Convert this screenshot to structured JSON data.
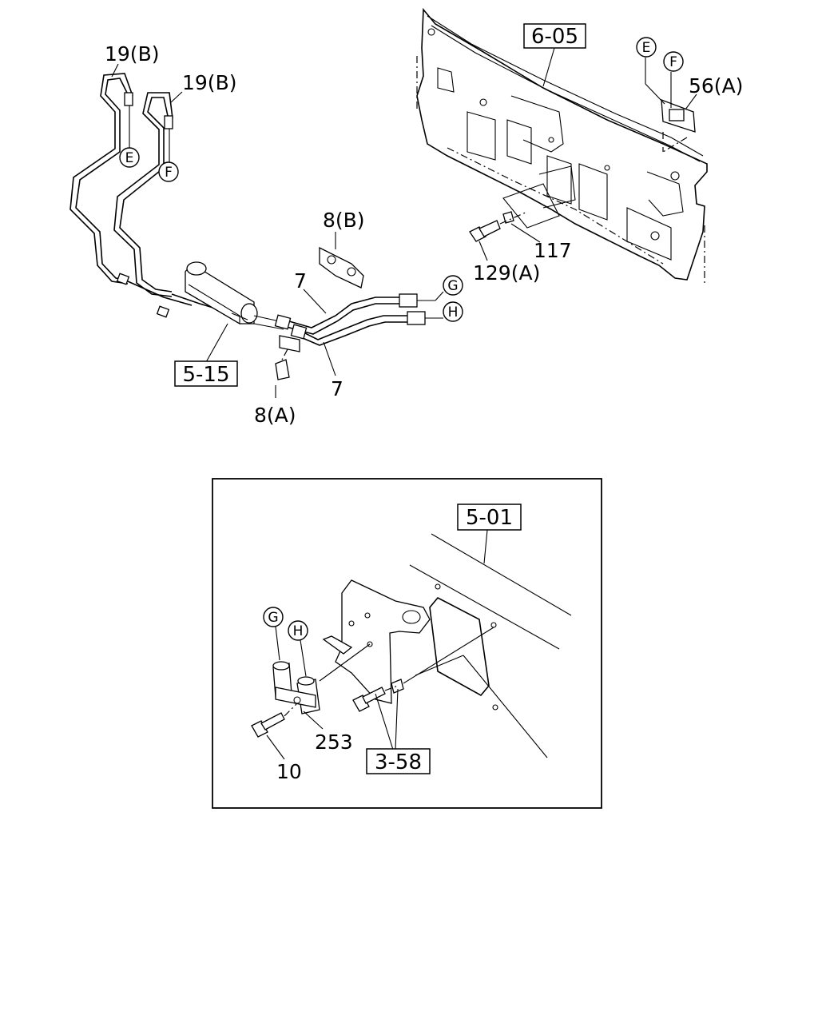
{
  "diagram": {
    "upper": {
      "labels": {
        "pipe_19b_left": "19(B)",
        "pipe_19b_right": "19(B)",
        "frame_ref": "6-05",
        "bracket_56a": "56(A)",
        "clip_8b": "8(B)",
        "hose_7_upper": "7",
        "hose_7_lower": "7",
        "part_117": "117",
        "bolt_129a": "129(A)",
        "cooler_ref": "5-15",
        "clip_8a": "8(A)"
      },
      "connection_markers": {
        "e_pipe": "E",
        "f_pipe": "F",
        "e_frame": "E",
        "f_frame": "F",
        "g_hose": "G",
        "h_hose": "H"
      }
    },
    "detail_inset": {
      "labels": {
        "frame_ref": "5-01",
        "block_253": "253",
        "bolt_10": "10",
        "bracket_ref": "3-58"
      },
      "connection_markers": {
        "g": "G",
        "h": "H"
      }
    }
  }
}
